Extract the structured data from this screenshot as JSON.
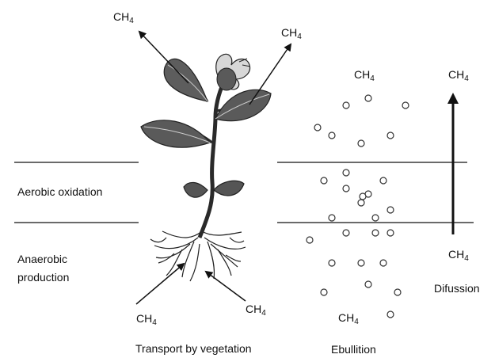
{
  "zones": {
    "aerobic": "Aerobic oxidation",
    "anaerobic_line1": "Anaerobic",
    "anaerobic_line2": "production"
  },
  "pathways": {
    "transport": "Transport by vegetation",
    "ebullition": "Ebullition",
    "diffusion": "Difussion"
  },
  "methane": {
    "symbol": "CH",
    "subscript": "4"
  }
}
